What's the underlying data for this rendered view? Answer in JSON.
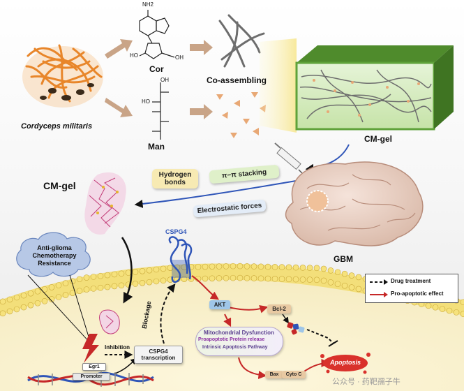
{
  "top": {
    "source_label": "Cordyceps militaris",
    "cor_label": "Cor",
    "man_label": "Man",
    "coassembling_label": "Co-assembling",
    "cmgel_top_label": "CM-gel",
    "nh2_label": "NH2",
    "oh_label": "OH",
    "ho_label": "HO"
  },
  "middle": {
    "cmgel_label": "CM-gel",
    "hydrogen_bonds_label": "Hydrogen bonds",
    "pipi_label": "π−π stacking",
    "electrostatic_label": "Electrostatic forces",
    "gbm_label": "GBM"
  },
  "cell": {
    "cspg4_label": "CSPG4",
    "cloud_label": "Anti-glioma Chemotherapy Resistance",
    "blockage_label": "Blockage",
    "inhibition_label": "Inhibition",
    "transcription_label": "CSPG4 transcription",
    "egr1_label": "Egr1",
    "promoter_label": "Promoter",
    "akt_label": "AKT",
    "bcl2_label": "Bcl-2",
    "mito_lines": [
      "Mitochondrial Dysfunction",
      "Proapoptotic Protein release",
      "Intrinsic Apoptosis Pathway"
    ],
    "bax_label": "Bax",
    "cytoc_label": "Cyto C",
    "apoptosis_label": "Apoptosis"
  },
  "legend": {
    "drug_label": "Drug treatment",
    "proapoptotic_label": "Pro-apoptotic effect"
  },
  "watermark": "公众号 · 药靶孺子牛",
  "colors": {
    "cordyceps": "#e8862a",
    "arrow_tan": "#c9a487",
    "gel_green": "#5fa23a",
    "membrane_yellow": "#f3df7a",
    "cytoplasm": "#fbf3d4",
    "protein_blue": "#2f55b8",
    "red_arrow": "#c62828",
    "akt_blue": "#9fc6e8",
    "bcl2_tan": "#e8c9a2",
    "apoptosis_red": "#d9312b"
  }
}
